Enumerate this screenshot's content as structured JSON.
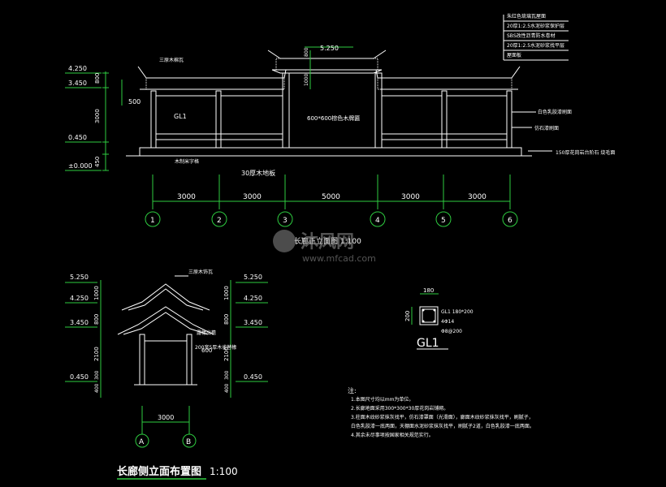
{
  "elevation_front": {
    "heights": [
      "4.250",
      "3.450",
      "0.450",
      "±0.000"
    ],
    "top_level": "5.250",
    "dims_vertical": [
      "800",
      "3000",
      "450",
      "800",
      "1000"
    ],
    "left_offset": "500",
    "labels": {
      "roof_tile": "三原木棉瓦",
      "beam": "GL1",
      "center_sign": "600*600棕色木牌匾",
      "brace_1": "木制米字格",
      "step": "30厚木地板"
    },
    "spacing": [
      "3000",
      "3000",
      "5000",
      "3000",
      "3000"
    ],
    "axes": [
      "1",
      "2",
      "3",
      "4",
      "5",
      "6"
    ],
    "right_notes": [
      "朱红色琉璃瓦屋面",
      "20厚1:2.5水泥砂浆保护层",
      "SBS改性沥青防水卷材",
      "20厚1:2.5水泥砂浆找平层",
      "屋面板"
    ],
    "right_labels": [
      "白色乳胶漆刷面",
      "仿石漆刷面",
      "150厚花岗岩台阶石 烧毛面"
    ],
    "title": "长廊正立面图 1:100"
  },
  "elevation_side": {
    "levels_left": [
      "5.250",
      "4.250",
      "3.450",
      "0.450"
    ],
    "levels_right": [
      "5.250",
      "4.250",
      "3.450",
      "0.450"
    ],
    "dims_left": [
      "1000",
      "800",
      "2100",
      "300",
      "400"
    ],
    "dims_right": [
      "1000",
      "800",
      "2100",
      "300",
      "400"
    ],
    "labels": {
      "roof": "三原木饰瓦",
      "rafter": "露椽出檐",
      "beam_dim": "600",
      "bracket": "200宽5厚木雀替椽"
    },
    "width": "3000",
    "axes": [
      "A",
      "B"
    ],
    "title": "长廊侧立面布置图",
    "scale": "1:100"
  },
  "beam_section": {
    "width": "180",
    "height": "200",
    "name": "GL1",
    "spec": [
      "GL1 180*200",
      "4Φ14",
      "Φ8@200"
    ]
  },
  "notes": {
    "heading": "注:",
    "items": [
      "1.本图尺寸均以mm为单位。",
      "2.长廊地面采用300*300*30厚花岗岩铺砌。",
      "3.柱面木纹砂浆抹灰找平，仿石漆罩面（光滑面），廊面木纹砂浆抹灰找平，刷腻子，",
      "  白色乳胶漆一底两面，天棚面水泥砂浆抹灰找平，刷腻子2道，白色乳胶漆一底两面。",
      "4.其余未尽事项按国家相关规范实行。"
    ]
  },
  "watermark": {
    "brand": "沐风网",
    "url": "www.mfcad.com"
  }
}
